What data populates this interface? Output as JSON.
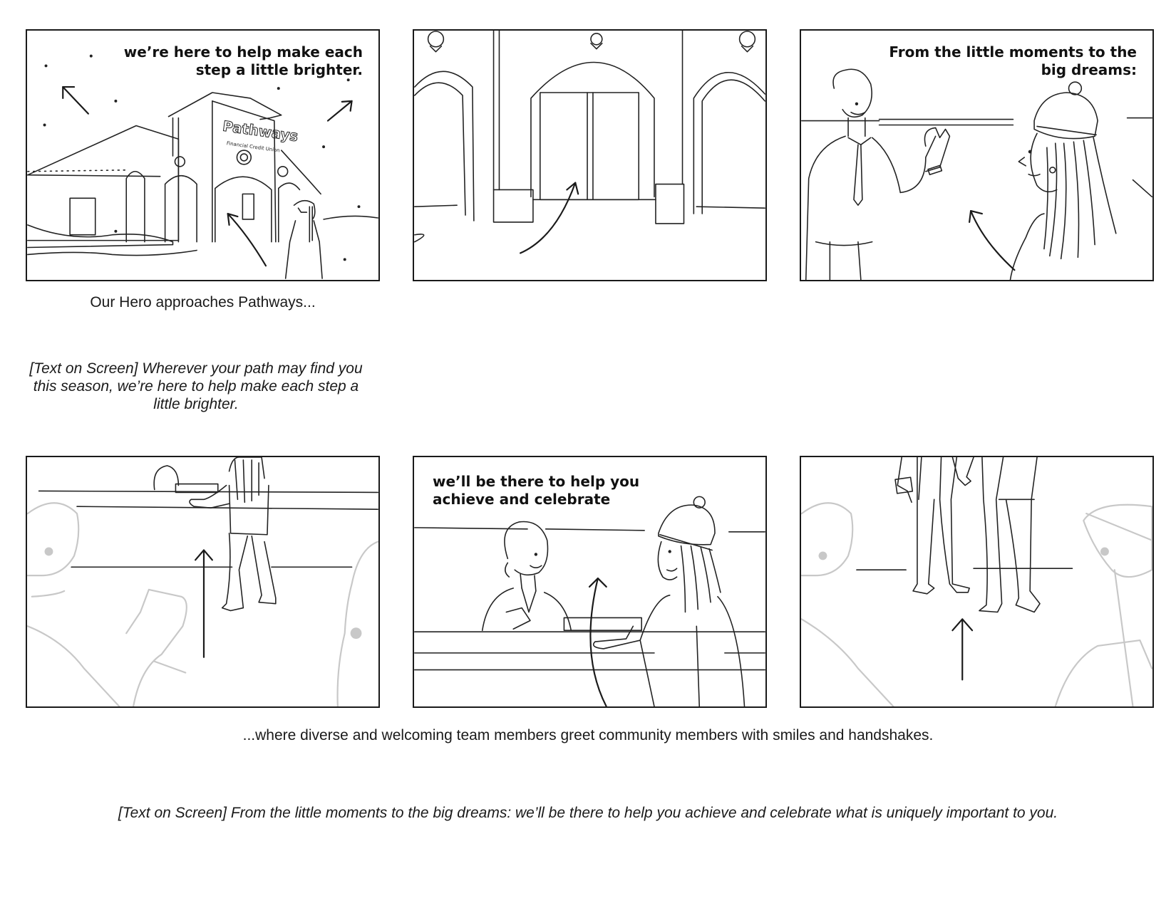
{
  "panels": [
    {
      "id": "p1",
      "overlay_text": "we’re here to help make each\nstep a little brighter.",
      "overlay_align": "right"
    },
    {
      "id": "p2",
      "overlay_text": "",
      "overlay_align": "left"
    },
    {
      "id": "p3",
      "overlay_text": "From the little moments to the\nbig dreams:",
      "overlay_align": "right"
    },
    {
      "id": "p4",
      "overlay_text": "",
      "overlay_align": "left"
    },
    {
      "id": "p5",
      "overlay_text": "we’ll be there to help you\nachieve and celebrate",
      "overlay_align": "left"
    },
    {
      "id": "p6",
      "overlay_text": "",
      "overlay_align": "left"
    }
  ],
  "signage": {
    "brand": "Pathways",
    "subtitle": "Financial Credit Union"
  },
  "captions": {
    "row1_action": "Our Hero approaches Pathways...",
    "row1_text_on_screen": "[Text on Screen] Wherever your path may find you this season, we’re here to help make each step a little brighter.",
    "row2_action": "...where diverse and welcoming team members greet community members with smiles and handshakes.",
    "row2_text_on_screen": "[Text on Screen] From the little moments to the big dreams: we’ll be there to help you achieve and celebrate what is uniquely important to you."
  }
}
